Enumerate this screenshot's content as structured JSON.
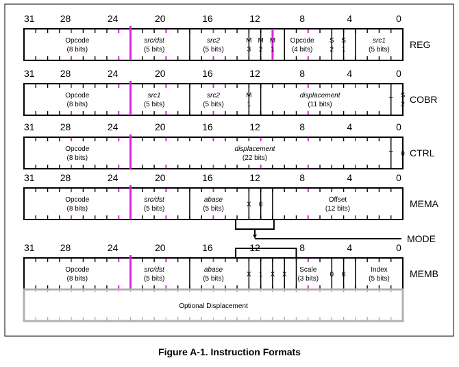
{
  "bit_ticks": [
    "31",
    "28",
    "24",
    "20",
    "16",
    "12",
    "8",
    "4",
    "0"
  ],
  "formats": [
    {
      "name": "REG",
      "fields": [
        {
          "hi": 31,
          "lo": 24,
          "label": "Opcode",
          "sub": "(8 bits)",
          "italic": false
        },
        {
          "hi": 23,
          "lo": 19,
          "label": "src/dst",
          "sub": "(5 bits)",
          "italic": true
        },
        {
          "hi": 18,
          "lo": 14,
          "label": "src2",
          "sub": "(5 bits)",
          "italic": true
        },
        {
          "hi": 13,
          "lo": 13,
          "label": "M",
          "sub": "3",
          "italic": false
        },
        {
          "hi": 12,
          "lo": 12,
          "label": "M",
          "sub": "2",
          "italic": false
        },
        {
          "hi": 11,
          "lo": 11,
          "label": "M",
          "sub": "1",
          "italic": false
        },
        {
          "hi": 10,
          "lo": 7,
          "label": "Opcode",
          "sub": "(4 bits)",
          "italic": false
        },
        {
          "hi": 6,
          "lo": 6,
          "label": "S",
          "sub": "2",
          "italic": false
        },
        {
          "hi": 5,
          "lo": 5,
          "label": "S",
          "sub": "1",
          "italic": false
        },
        {
          "hi": 4,
          "lo": 0,
          "label": "src1",
          "sub": "(5 bits)",
          "italic": true
        }
      ]
    },
    {
      "name": "COBR",
      "fields": [
        {
          "hi": 31,
          "lo": 24,
          "label": "Opcode",
          "sub": "(8 bits)",
          "italic": false
        },
        {
          "hi": 23,
          "lo": 19,
          "label": "src1",
          "sub": "(5 bits)",
          "italic": true
        },
        {
          "hi": 18,
          "lo": 14,
          "label": "src2",
          "sub": "(5 bits)",
          "italic": true
        },
        {
          "hi": 13,
          "lo": 13,
          "label": "M",
          "sub": "1",
          "italic": false
        },
        {
          "hi": 12,
          "lo": 2,
          "label": "displacement",
          "sub": "(11 bits)",
          "italic": true
        },
        {
          "hi": 1,
          "lo": 1,
          "label": "T",
          "sub": "",
          "italic": false
        },
        {
          "hi": 0,
          "lo": 0,
          "label": "S",
          "sub": "2",
          "italic": false
        }
      ]
    },
    {
      "name": "CTRL",
      "fields": [
        {
          "hi": 31,
          "lo": 24,
          "label": "Opcode",
          "sub": "(8 bits)",
          "italic": false
        },
        {
          "hi": 23,
          "lo": 2,
          "label": "displacement",
          "sub": "(22 bits)",
          "italic": true
        },
        {
          "hi": 1,
          "lo": 1,
          "label": "T",
          "sub": "",
          "italic": false
        },
        {
          "hi": 0,
          "lo": 0,
          "label": "0",
          "sub": "",
          "italic": false
        }
      ]
    },
    {
      "name": "MEMA",
      "fields": [
        {
          "hi": 31,
          "lo": 24,
          "label": "Opcode",
          "sub": "(8 bits)",
          "italic": false
        },
        {
          "hi": 23,
          "lo": 19,
          "label": "src/dst",
          "sub": "(5 bits)",
          "italic": true
        },
        {
          "hi": 18,
          "lo": 14,
          "label": "abase",
          "sub": "(5 bits)",
          "italic": true
        },
        {
          "hi": 13,
          "lo": 13,
          "label": "X",
          "sub": "",
          "italic": false
        },
        {
          "hi": 12,
          "lo": 12,
          "label": "0",
          "sub": "",
          "italic": false
        },
        {
          "hi": 11,
          "lo": 0,
          "label": "Offset",
          "sub": "(12 bits)",
          "italic": false
        }
      ]
    },
    {
      "name": "MEMB",
      "fields": [
        {
          "hi": 31,
          "lo": 24,
          "label": "Opcode",
          "sub": "(8 bits)",
          "italic": false
        },
        {
          "hi": 23,
          "lo": 19,
          "label": "src/dst",
          "sub": "(5 bits)",
          "italic": true
        },
        {
          "hi": 18,
          "lo": 14,
          "label": "abase",
          "sub": "(5 bits)",
          "italic": true
        },
        {
          "hi": 13,
          "lo": 13,
          "label": "X",
          "sub": "",
          "italic": false
        },
        {
          "hi": 12,
          "lo": 12,
          "label": "1",
          "sub": "",
          "italic": false
        },
        {
          "hi": 11,
          "lo": 11,
          "label": "X",
          "sub": "",
          "italic": false
        },
        {
          "hi": 10,
          "lo": 10,
          "label": "X",
          "sub": "",
          "italic": false
        },
        {
          "hi": 9,
          "lo": 7,
          "label": "Scale",
          "sub": "(3 bits)",
          "italic": false
        },
        {
          "hi": 6,
          "lo": 6,
          "label": "0",
          "sub": "",
          "italic": false
        },
        {
          "hi": 5,
          "lo": 5,
          "label": "0",
          "sub": "",
          "italic": false
        },
        {
          "hi": 4,
          "lo": 0,
          "label": "Index",
          "sub": "(5 bits)",
          "italic": false
        }
      ]
    }
  ],
  "optional_displacement": "Optional Displacement",
  "mode_label": "MODE",
  "caption": "Figure A-1.  Instruction Formats",
  "colors": {
    "magenta": "#e020e0",
    "ink": "#000000",
    "gray": "#b0b0b0"
  }
}
